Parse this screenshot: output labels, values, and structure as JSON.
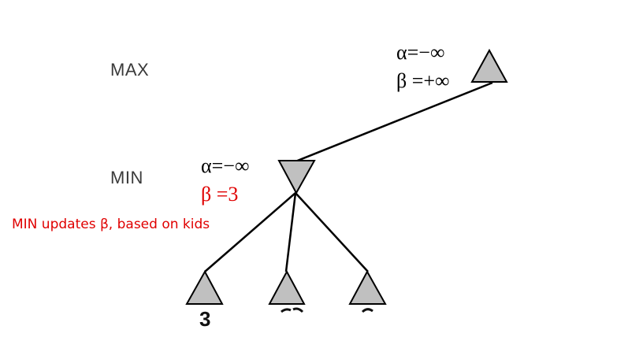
{
  "levels": {
    "max_label": "MAX",
    "min_label": "MIN"
  },
  "root": {
    "alpha": "α=−∞",
    "beta": "β =+∞"
  },
  "min_node": {
    "alpha": "α=−∞",
    "beta": "β =3"
  },
  "note": "MIN updates β, based on kids",
  "leaves": [
    {
      "value": "3"
    }
  ],
  "colors": {
    "node_fill": "#c0c0c0",
    "edge": "#000000",
    "highlight": "#e00000"
  }
}
